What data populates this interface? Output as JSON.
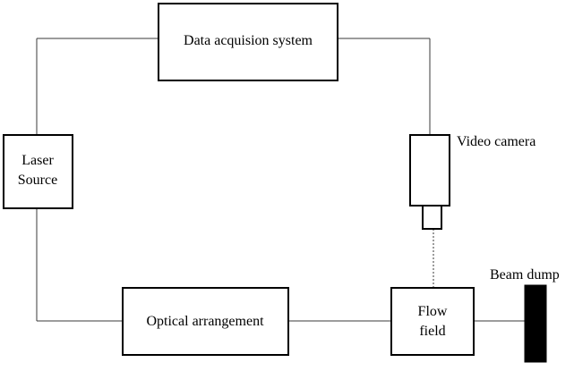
{
  "diagram": {
    "nodes": {
      "data_acquisition": {
        "label": "Data acquision system"
      },
      "laser_source": {
        "lines": [
          "Laser",
          "Source"
        ]
      },
      "video_camera": {
        "label": "Video camera"
      },
      "optical_arrangement": {
        "label": "Optical arrangement"
      },
      "flow_field": {
        "lines": [
          "Flow",
          "field"
        ]
      },
      "beam_dump": {
        "label": "Beam dump"
      }
    },
    "colors": {
      "stroke": "#000000",
      "connector": "#3a3a3a",
      "fill": "#ffffff",
      "beam_dump_fill": "#000000"
    }
  }
}
